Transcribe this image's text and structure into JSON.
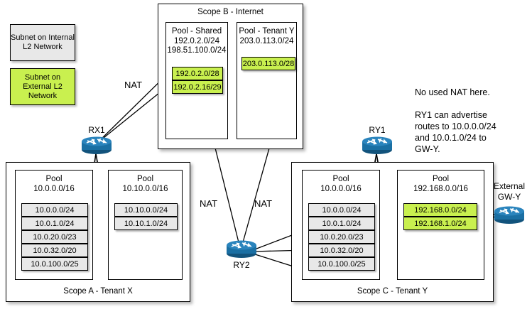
{
  "legend": {
    "internal": "Subnet on Internal L2 Network",
    "external": "Subnet on External L2 Network"
  },
  "scopes": {
    "b": {
      "title": "Scope B - Internet",
      "pools": [
        {
          "name": "Pool - Shared",
          "ranges": [
            "192.0.2.0/24",
            "198.51.100.0/24"
          ],
          "subnets": [
            {
              "cidr": "192.0.2.0/28",
              "kind": "external"
            },
            {
              "cidr": "192.0.2.16/29",
              "kind": "external"
            }
          ]
        },
        {
          "name": "Pool - Tenant Y",
          "ranges": [
            "203.0.113.0/24"
          ],
          "subnets": [
            {
              "cidr": "203.0.113.0/28",
              "kind": "external"
            }
          ]
        }
      ]
    },
    "a": {
      "title": "Scope A - Tenant X",
      "pools": [
        {
          "name": "Pool",
          "ranges": [
            "10.0.0.0/16"
          ],
          "subnets": [
            {
              "cidr": "10.0.0.0/24",
              "kind": "internal"
            },
            {
              "cidr": "10.0.1.0/24",
              "kind": "internal"
            },
            {
              "cidr": "10.0.20.0/23",
              "kind": "internal"
            },
            {
              "cidr": "10.0.32.0/20",
              "kind": "internal"
            },
            {
              "cidr": "10.0.100.0/25",
              "kind": "internal"
            }
          ]
        },
        {
          "name": "Pool",
          "ranges": [
            "10.10.0.0/16"
          ],
          "subnets": [
            {
              "cidr": "10.10.0.0/24",
              "kind": "internal"
            },
            {
              "cidr": "10.10.1.0/24",
              "kind": "internal"
            }
          ]
        }
      ]
    },
    "c": {
      "title": "Scope C - Tenant Y",
      "pools": [
        {
          "name": "Pool",
          "ranges": [
            "10.0.0.0/16"
          ],
          "subnets": [
            {
              "cidr": "10.0.0.0/24",
              "kind": "internal"
            },
            {
              "cidr": "10.0.1.0/24",
              "kind": "internal"
            },
            {
              "cidr": "10.0.20.0/23",
              "kind": "internal"
            },
            {
              "cidr": "10.0.32.0/20",
              "kind": "internal"
            },
            {
              "cidr": "10.0.100.0/25",
              "kind": "internal"
            }
          ]
        },
        {
          "name": "Pool",
          "ranges": [
            "192.168.0.0/16"
          ],
          "subnets": [
            {
              "cidr": "192.168.0.0/24",
              "kind": "external"
            },
            {
              "cidr": "192.168.1.0/24",
              "kind": "external"
            }
          ]
        }
      ]
    }
  },
  "routers": {
    "rx1": "RX1",
    "ry1": "RY1",
    "ry2": "RY2",
    "gwy": "External\nGW-Y"
  },
  "nat_labels": [
    "NAT",
    "NAT",
    "NAT"
  ],
  "note": "No used NAT here.\n\nRY1 can advertise\nroutes to 10.0.0.0/24\nand 10.0.1.0/24 to\nGW-Y.",
  "colors": {
    "external_subnet": "#c9f04f",
    "internal_subnet": "#e8e8e8",
    "router": "#1a6fa3",
    "line": "#000000"
  }
}
